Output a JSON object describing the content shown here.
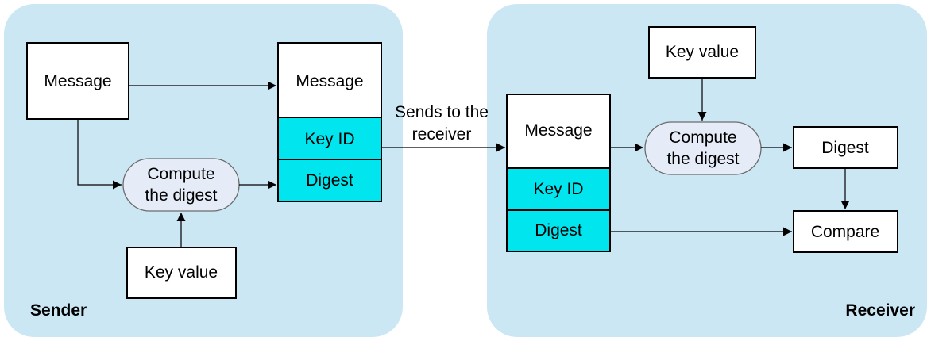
{
  "sender": {
    "panel_label": "Sender",
    "message": "Message",
    "compute": [
      "Compute",
      "the digest"
    ],
    "key_value": "Key value",
    "packet": {
      "message": "Message",
      "key_id": "Key ID",
      "digest": "Digest"
    }
  },
  "transfer": {
    "label": [
      "Sends to the",
      "receiver"
    ]
  },
  "receiver": {
    "panel_label": "Receiver",
    "packet": {
      "message": "Message",
      "key_id": "Key ID",
      "digest": "Digest"
    },
    "key_value": "Key value",
    "compute": [
      "Compute",
      "the digest"
    ],
    "digest": "Digest",
    "compare": "Compare"
  },
  "colors": {
    "panel": "#cbe7f4",
    "key_field": "#00e5ee",
    "compute_oval": "#e5ecf7"
  }
}
